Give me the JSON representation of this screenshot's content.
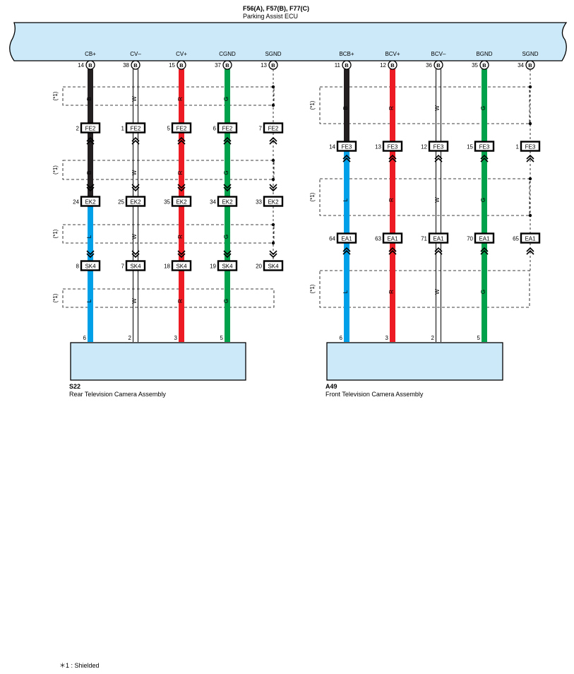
{
  "ecu": {
    "connectors": "F56(A), F57(B), F77(C)",
    "name": "Parking Assist ECU"
  },
  "colors": {
    "B": "#231f20",
    "W": "#ffffff",
    "R": "#ed1c24",
    "G": "#00a14b",
    "L": "#00a0e9",
    "box_fill": "#cce9f9"
  },
  "pin_badge": "B",
  "shield_label": "(*1)",
  "footnote": "＊1 : Shielded",
  "rear": {
    "device_id": "S22",
    "device_name": "Rear Television Camera Assembly",
    "columns": [
      {
        "ecu_signal": "CB+",
        "ecu_pin": "14",
        "device_signal": "CB+",
        "device_pin": "6",
        "wire_colors": [
          "B",
          "B",
          "L",
          "L"
        ],
        "connectors": [
          {
            "pin": "2",
            "id": "FE2"
          },
          {
            "pin": "24",
            "id": "EK2"
          },
          {
            "pin": "8",
            "id": "SK4"
          }
        ]
      },
      {
        "ecu_signal": "CV–",
        "ecu_pin": "38",
        "device_signal": "CV–",
        "device_pin": "2",
        "wire_colors": [
          "W",
          "W",
          "W",
          "W"
        ],
        "connectors": [
          {
            "pin": "1",
            "id": "FE2"
          },
          {
            "pin": "25",
            "id": "EK2"
          },
          {
            "pin": "7",
            "id": "SK4"
          }
        ]
      },
      {
        "ecu_signal": "CV+",
        "ecu_pin": "15",
        "device_signal": "CV+",
        "device_pin": "3",
        "wire_colors": [
          "R",
          "R",
          "R",
          "R"
        ],
        "connectors": [
          {
            "pin": "5",
            "id": "FE2"
          },
          {
            "pin": "35",
            "id": "EK2"
          },
          {
            "pin": "18",
            "id": "SK4"
          }
        ]
      },
      {
        "ecu_signal": "CGND",
        "ecu_pin": "37",
        "device_signal": "CGND",
        "device_pin": "5",
        "wire_colors": [
          "G",
          "G",
          "G",
          "G"
        ],
        "connectors": [
          {
            "pin": "6",
            "id": "FE2"
          },
          {
            "pin": "34",
            "id": "EK2"
          },
          {
            "pin": "19",
            "id": "SK4"
          }
        ]
      },
      {
        "ecu_signal": "SGND",
        "ecu_pin": "13",
        "connectors": [
          {
            "pin": "7",
            "id": "FE2"
          },
          {
            "pin": "33",
            "id": "EK2"
          },
          {
            "pin": "20",
            "id": "SK4"
          }
        ]
      }
    ]
  },
  "front": {
    "device_id": "A49",
    "device_name": "Front Television Camera Assembly",
    "columns": [
      {
        "ecu_signal": "BCB+",
        "ecu_pin": "11",
        "device_signal": "BCB+",
        "device_pin": "6",
        "wire_colors": [
          "B",
          "L",
          "L"
        ],
        "connectors": [
          {
            "pin": "14",
            "id": "FE3"
          },
          {
            "pin": "64",
            "id": "EA1"
          }
        ]
      },
      {
        "ecu_signal": "BCV+",
        "ecu_pin": "12",
        "device_signal": "BCV+",
        "device_pin": "3",
        "wire_colors": [
          "R",
          "R",
          "R"
        ],
        "connectors": [
          {
            "pin": "13",
            "id": "FE3"
          },
          {
            "pin": "63",
            "id": "EA1"
          }
        ]
      },
      {
        "ecu_signal": "BCV–",
        "ecu_pin": "36",
        "device_signal": "BCV–",
        "device_pin": "2",
        "wire_colors": [
          "W",
          "W",
          "W"
        ],
        "connectors": [
          {
            "pin": "12",
            "id": "FE3"
          },
          {
            "pin": "71",
            "id": "EA1"
          }
        ]
      },
      {
        "ecu_signal": "BGND",
        "ecu_pin": "35",
        "device_signal": "BGND",
        "device_pin": "5",
        "wire_colors": [
          "G",
          "G",
          "G"
        ],
        "connectors": [
          {
            "pin": "15",
            "id": "FE3"
          },
          {
            "pin": "70",
            "id": "EA1"
          }
        ]
      },
      {
        "ecu_signal": "SGND",
        "ecu_pin": "34",
        "connectors": [
          {
            "pin": "1",
            "id": "FE3"
          },
          {
            "pin": "65",
            "id": "EA1"
          }
        ]
      }
    ]
  }
}
